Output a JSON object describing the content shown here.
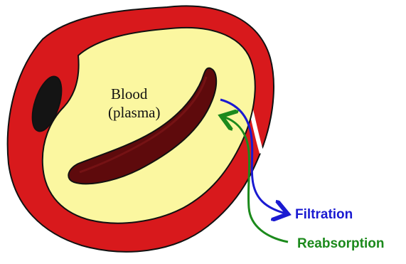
{
  "labels": {
    "blood_line1": "Blood",
    "blood_line2": "(plasma)",
    "filtration": "Filtration",
    "reabsorption": "Reabsorption"
  },
  "colors": {
    "wall_red": "#d8191c",
    "outline": "#111111",
    "plasma_yellow": "#fbf7a0",
    "cell_darkred": "#5e0a0c",
    "nucleus_black": "#141414",
    "filtration_blue": "#1a1ad1",
    "reabsorption_green": "#1c8a1c"
  }
}
